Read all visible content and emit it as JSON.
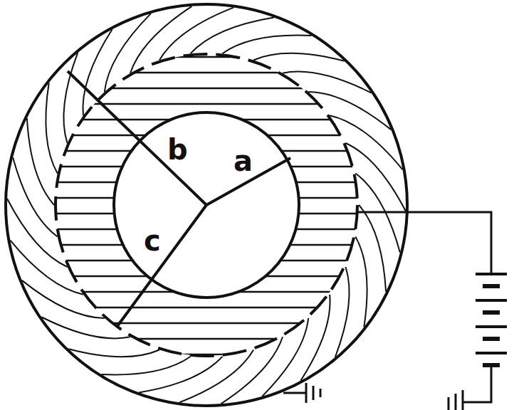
{
  "diagram": {
    "labels": [
      "b",
      "a",
      "c"
    ]
  }
}
